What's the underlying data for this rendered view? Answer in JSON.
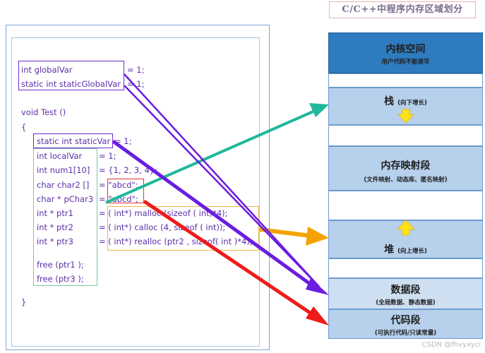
{
  "title": "C/C++中程序内存区域划分",
  "code": {
    "line1_a": "int globalVar",
    "line1_b": "= 1;",
    "line2_a": "static int staticGlobalVar",
    "line2_b": "= 1;",
    "line3": "void Test ()",
    "line4": "{",
    "line5_a": "static int staticVar",
    "line5_b": "= 1;",
    "line6_a": "int localVar",
    "line6_b": "= 1;",
    "line7_a": "int num1[10]",
    "line7_b": "= {1, 2, 3, 4};",
    "line8_a": "char char2 []",
    "line8_b": "= \"abcd\";",
    "line9_a": "char * pChar3",
    "line9_b": "= \"abcd\";",
    "line10_a": "int * ptr1",
    "line10_b": "= ( int*) malloc (sizeof ( int)*4);",
    "line11_a": "int * ptr2",
    "line11_b": "= ( int*) calloc (4, sizeof ( int));",
    "line12_a": "int * ptr3",
    "line12_b": "= ( int*) realloc (ptr2 , sizeof( int )*4);",
    "line13": "free (ptr1 );",
    "line14": "free (ptr3 );",
    "line15": "}"
  },
  "segments": {
    "kernel": {
      "name": "内核空间",
      "sub": "用户代码不能读写"
    },
    "stack": {
      "name": "栈",
      "sub": "(向下增长)"
    },
    "mmap": {
      "name": "内存映射段",
      "sub": "(文件映射、动态库、匿名映射)"
    },
    "heap": {
      "name": "堆",
      "sub": "(向上增长)"
    },
    "data": {
      "name": "数据段",
      "sub": "(全局数据、静态数据)"
    },
    "code": {
      "name": "代码段",
      "sub": "(可执行代码/只读常量)"
    }
  },
  "colors": {
    "kernel_fill": "#2e7bbf",
    "segment_fill": "#b7d0eb",
    "arrow_purple": "#6a1de0",
    "arrow_teal": "#1fb89a",
    "arrow_orange": "#f5a300",
    "arrow_red": "#ef1b1b",
    "yellow_arrow": "#ffe21a"
  },
  "watermark": "CSDN @fhvyxyci"
}
